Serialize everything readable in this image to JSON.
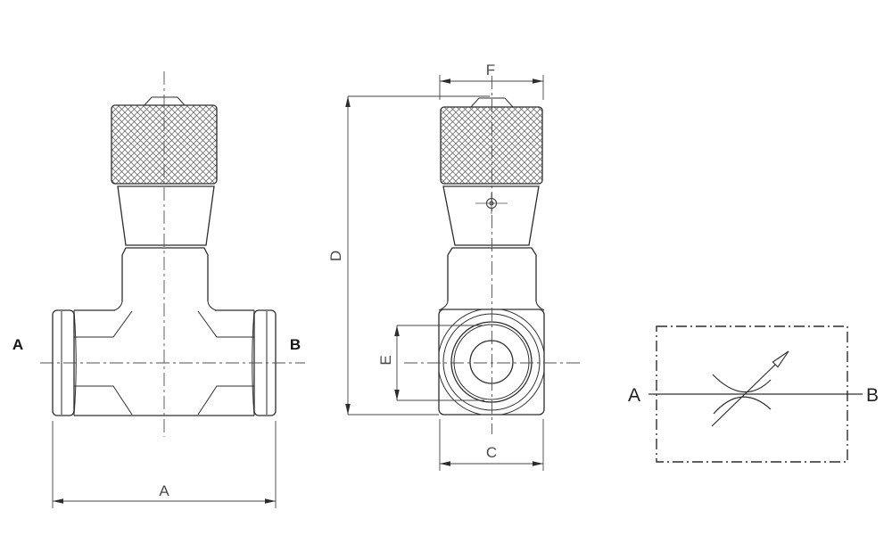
{
  "front_view": {
    "port_left_label": "A",
    "port_right_label": "B",
    "width_dim_label": "A"
  },
  "side_view": {
    "knob_width_dim_label": "F",
    "height_dim_label": "D",
    "port_dim_label": "E",
    "body_width_dim_label": "C"
  },
  "schematic": {
    "port_left_label": "A",
    "port_right_label": "B"
  },
  "colors": {
    "background": "#ffffff",
    "line": "#2d2d2d",
    "centerline": "#4f4f4f",
    "dimension": "#454545"
  }
}
